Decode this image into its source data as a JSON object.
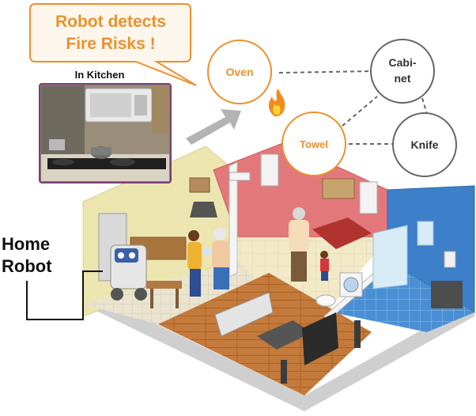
{
  "callout": {
    "line1": "Robot detects",
    "line2": "Fire Risks !"
  },
  "photo_caption": "In Kitchen",
  "robot_label": {
    "line1": "Home",
    "line2": "Robot"
  },
  "graph": {
    "nodes": {
      "oven": "Oven",
      "towel": "Towel",
      "cabinet_line1": "Cabi-",
      "cabinet_line2": "net",
      "knife": "Knife"
    }
  },
  "colors": {
    "accent": "#e8922e",
    "node_gray": "#666666",
    "kitchen_wall": "#ede5b0",
    "bedroom_wall": "#e2787a",
    "bathroom_wall": "#3d7fc8",
    "floor_wood": "#c9803f"
  },
  "icons": {
    "fire": "fire-icon",
    "arrow": "right-arrow-icon"
  }
}
